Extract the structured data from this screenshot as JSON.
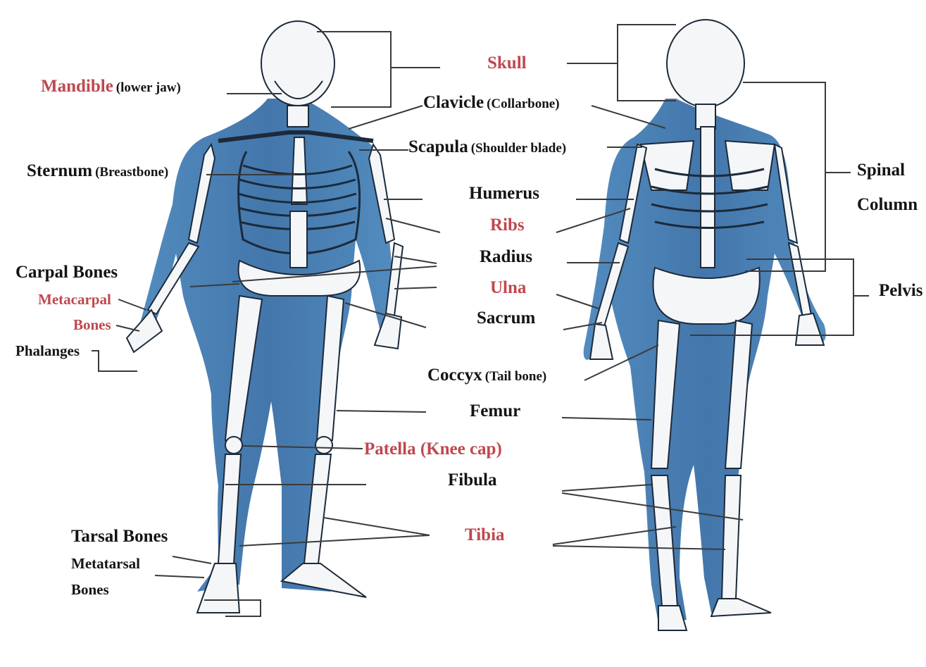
{
  "colors": {
    "red_label": "#c0484f",
    "black_label": "#141414",
    "body_blue": "#2f6fa8",
    "bone": "#f4f6f8"
  },
  "labels": {
    "skull": "Skull",
    "mandible": "Mandible",
    "mandible_note": "(lower jaw)",
    "clavicle": "Clavicle",
    "clavicle_note": "(Collarbone)",
    "scapula": "Scapula",
    "scapula_note": "(Shoulder blade)",
    "sternum": "Sternum",
    "sternum_note": "(Breastbone)",
    "spinal_1": "Spinal",
    "spinal_2": "Column",
    "humerus": "Humerus",
    "ribs": "Ribs",
    "radius": "Radius",
    "carpal": "Carpal Bones",
    "metacarpal_1": "Metacarpal",
    "metacarpal_2": "Bones",
    "phalanges": "Phalanges",
    "ulna": "Ulna",
    "pelvis": "Pelvis",
    "sacrum": "Sacrum",
    "coccyx": "Coccyx",
    "coccyx_note": "(Tail bone)",
    "femur": "Femur",
    "patella": "Patella (Knee cap)",
    "fibula": "Fibula",
    "tibia": "Tibia",
    "tarsal": "Tarsal Bones",
    "metatarsal_1": "Metatarsal",
    "metatarsal_2": "Bones"
  }
}
